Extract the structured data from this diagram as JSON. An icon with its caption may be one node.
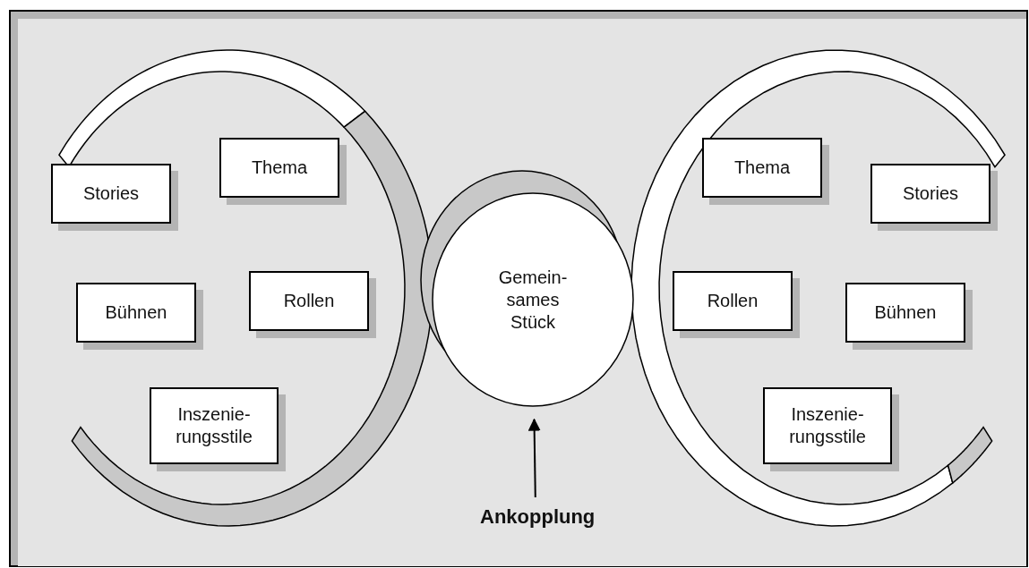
{
  "diagram": {
    "nodes": [
      {
        "text": [
          "Stories"
        ]
      },
      {
        "text": [
          "Thema"
        ]
      },
      {
        "text": [
          "Bühnen"
        ]
      },
      {
        "text": [
          "Rollen"
        ]
      },
      {
        "text": [
          "Inszenie- rungsstile"
        ]
      },
      {
        "text": [
          "Gemein- sames Stück"
        ]
      },
      {
        "text": [
          "Thema"
        ]
      },
      {
        "text": [
          "Stories"
        ]
      },
      {
        "text": [
          "Rollen"
        ]
      },
      {
        "text": [
          "Bühnen"
        ]
      },
      {
        "text": [
          "Inszenie- rungsstile"
        ]
      },
      {
        "text": [
          "Ankopplung"
        ]
      }
    ],
    "edges": [
      {
        "from": 11,
        "to": 5,
        "arrow": "to"
      }
    ]
  }
}
